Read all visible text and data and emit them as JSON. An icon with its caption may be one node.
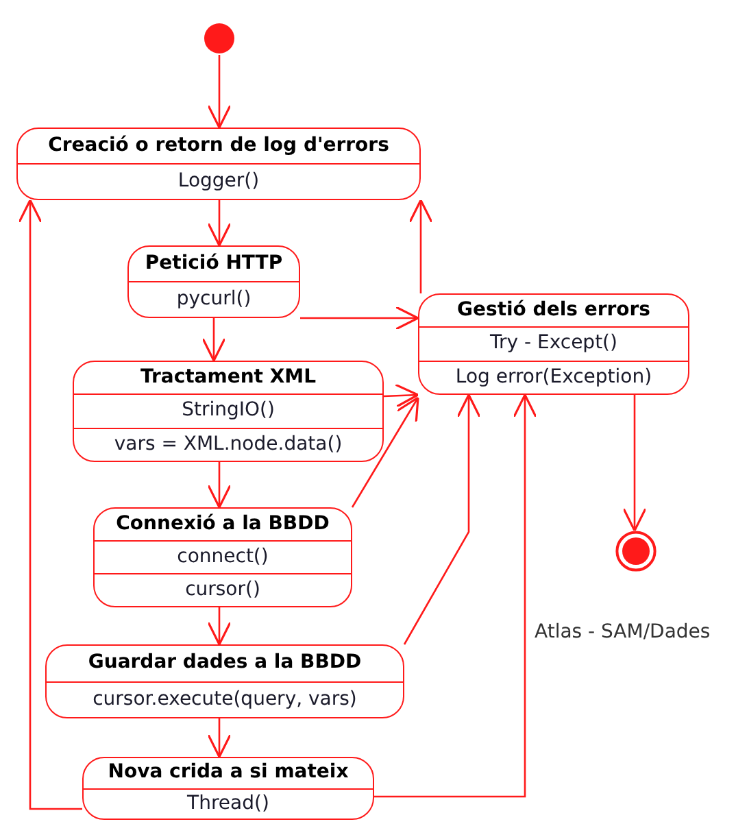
{
  "diagram": {
    "nodes": [
      {
        "text": [],
        "shape": "circle"
      },
      {
        "text": [
          "Creació o retorn de log d'errors",
          "Logger()"
        ]
      },
      {
        "text": [
          "Petició HTTP",
          "pycurl()"
        ]
      },
      {
        "text": [
          "Tractament XML",
          "StringIO()",
          "vars = XML.node.data()"
        ]
      },
      {
        "text": [
          "Connexió a la BBDD",
          "connect()",
          "cursor()"
        ]
      },
      {
        "text": [
          "Guardar dades a la BBDD",
          "cursor.execute(query, vars)"
        ]
      },
      {
        "text": [
          "Nova crida a si mateix",
          "Thread()"
        ]
      },
      {
        "text": [
          "Gestió dels errors",
          "Try - Except()",
          "Log error(Exception)"
        ]
      },
      {
        "text": [],
        "shape": "bullseye"
      }
    ],
    "edges": [
      {
        "from": 0,
        "to": 1,
        "arrow": "to"
      },
      {
        "from": 1,
        "to": 2,
        "arrow": "to"
      },
      {
        "from": 2,
        "to": 3,
        "arrow": "to"
      },
      {
        "from": 3,
        "to": 4,
        "arrow": "to"
      },
      {
        "from": 4,
        "to": 5,
        "arrow": "to"
      },
      {
        "from": 5,
        "to": 6,
        "arrow": "to"
      },
      {
        "from": 6,
        "to": 1,
        "arrow": "to"
      },
      {
        "from": 2,
        "to": 7,
        "arrow": "to"
      },
      {
        "from": 3,
        "to": 7,
        "arrow": "to"
      },
      {
        "from": 4,
        "to": 7,
        "arrow": "to"
      },
      {
        "from": 5,
        "to": 7,
        "arrow": "to"
      },
      {
        "from": 6,
        "to": 7,
        "arrow": "to"
      },
      {
        "from": 7,
        "to": 1,
        "arrow": "to"
      },
      {
        "from": 7,
        "to": 8,
        "arrow": "to"
      }
    ],
    "labels": [
      "Atlas - SAM/Dades"
    ]
  }
}
